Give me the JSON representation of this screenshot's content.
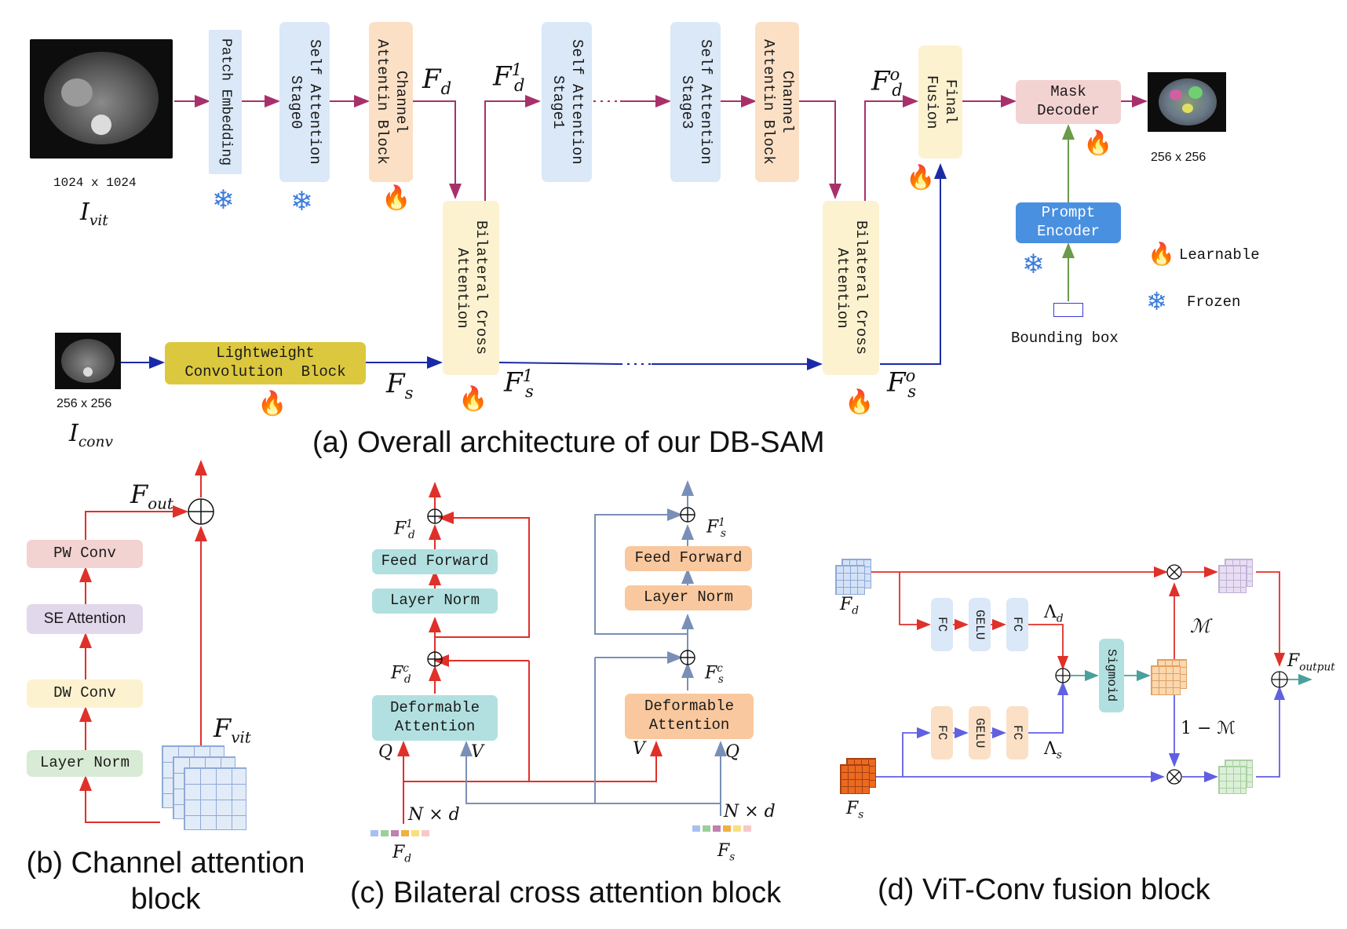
{
  "colors": {
    "blue_block": "#dae8f8",
    "orange_block": "#fbe0c6",
    "cream_block": "#fdf2cf",
    "pink_block": "#f3d2d2",
    "prompt_block": "#4a90e0",
    "conv_block": "#dcc83e",
    "teal_block": "#b2e0e0",
    "peach_block": "#f9c89e",
    "green_block": "#d8ebd4",
    "purple_block": "#e2d8eb",
    "red_arrow": "#e0302a",
    "navy_arrow": "#1a2aa6",
    "magenta_arrow": "#a8306a",
    "slate_arrow": "#7a8fb6",
    "fire_icon": "#f07a36",
    "snow_icon": "#3b7cdc"
  },
  "a": {
    "input_vit_size": "1024 x 1024",
    "input_vit_label": "I",
    "input_vit_sub": "vit",
    "input_conv_size": "256 x 256",
    "input_conv_label": "I",
    "input_conv_sub": "conv",
    "output_size": "256 x 256",
    "patch_embedding": "Patch Embedding",
    "self_attention_stage0": "Self Attention\nStage0",
    "channel_attention_1": "Channel\nAttentin Block",
    "self_attention_stage1": "Self Attention\nStage1",
    "self_attention_stage3": "Self Attention\nStage3",
    "channel_attention_2": "Channel\nAttentin Block",
    "bilateral_1": "Bilateral Cross\nAttention",
    "bilateral_2": "Bilateral Cross\nAttention",
    "final_fusion": "Final\nFusion",
    "mask_decoder": "Mask\nDecoder",
    "prompt_encoder": "Prompt\nEncoder",
    "bounding_box": "Bounding box",
    "conv_block": "Lightweight\nConvolution  Block",
    "fd": {
      "base": "F",
      "sub": "d",
      "sup": ""
    },
    "fd1": {
      "base": "F",
      "sub": "d",
      "sup": "1"
    },
    "fdo": {
      "base": "F",
      "sub": "d",
      "sup": "o"
    },
    "fs": {
      "base": "F",
      "sub": "s",
      "sup": ""
    },
    "fs1": {
      "base": "F",
      "sub": "s",
      "sup": "1"
    },
    "fso": {
      "base": "F",
      "sub": "s",
      "sup": "o"
    },
    "legend_learnable": "Learnable",
    "legend_frozen": "Frozen",
    "caption": "(a) Overall architecture of our DB-SAM"
  },
  "b": {
    "pw_conv": "PW Conv",
    "se_attention": "SE Attention",
    "dw_conv": "DW Conv",
    "layer_norm": "Layer Norm",
    "f_out": {
      "base": "F",
      "sub": "out"
    },
    "f_vit": {
      "base": "F",
      "sub": "vit"
    },
    "caption": "(b) Channel attention\nblock"
  },
  "c": {
    "feed_forward_left": "Feed Forward",
    "layer_norm_left": "Layer Norm",
    "deformable_left": "Deformable\nAttention",
    "feed_forward_right": "Feed Forward",
    "layer_norm_right": "Layer Norm",
    "deformable_right": "Deformable\nAttention",
    "fd1": {
      "base": "F",
      "sub": "d",
      "sup": "1"
    },
    "fdc": {
      "base": "F",
      "sub": "d",
      "sup": "c"
    },
    "fs1": {
      "base": "F",
      "sub": "s",
      "sup": "1"
    },
    "fsc": {
      "base": "F",
      "sub": "s",
      "sup": "c"
    },
    "q_left": "Q",
    "v_left": "V",
    "v_right": "V",
    "q_right": "Q",
    "nxd_left": "N × d",
    "nxd_right": "N × d",
    "fd_in": {
      "base": "F",
      "sub": "d"
    },
    "fs_in": {
      "base": "F",
      "sub": "s"
    },
    "caption": "(c) Bilateral cross attention block"
  },
  "d": {
    "fd": {
      "base": "F",
      "sub": "d"
    },
    "fs": {
      "base": "F",
      "sub": "s"
    },
    "fc": "FC",
    "gelu": "GELU",
    "sigmoid": "Sigmoid",
    "lambda_d": {
      "base": "Λ",
      "sub": "d"
    },
    "lambda_s": {
      "base": "Λ",
      "sub": "s"
    },
    "m": "ℳ",
    "one_minus_m": "1 − ℳ",
    "f_output": {
      "base": "F",
      "sub": "output"
    },
    "caption": "(d) ViT-Conv fusion block"
  }
}
